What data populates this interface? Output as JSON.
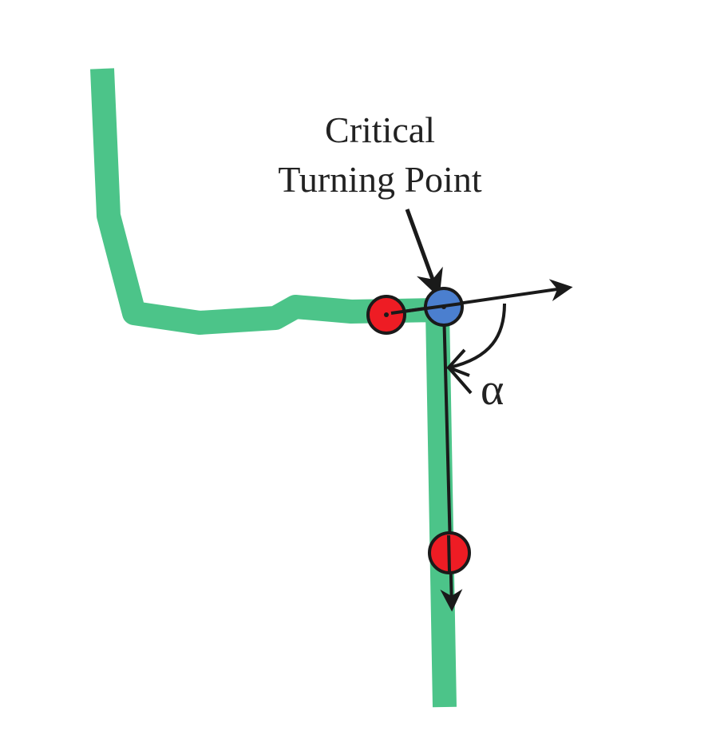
{
  "annotation": {
    "line1": "Critical",
    "line2": "Turning Point"
  },
  "angle_symbol": "α",
  "colors": {
    "path": "#4cc489",
    "turning_point": "#4b7fcf",
    "sample_point": "#ee1c24",
    "arrow": "#1a1a1a",
    "outline": "#1a1a1a",
    "text": "#222222"
  },
  "markers": {
    "turning_point_icon": "blue-circle",
    "sample_point_icon": "red-circle"
  }
}
